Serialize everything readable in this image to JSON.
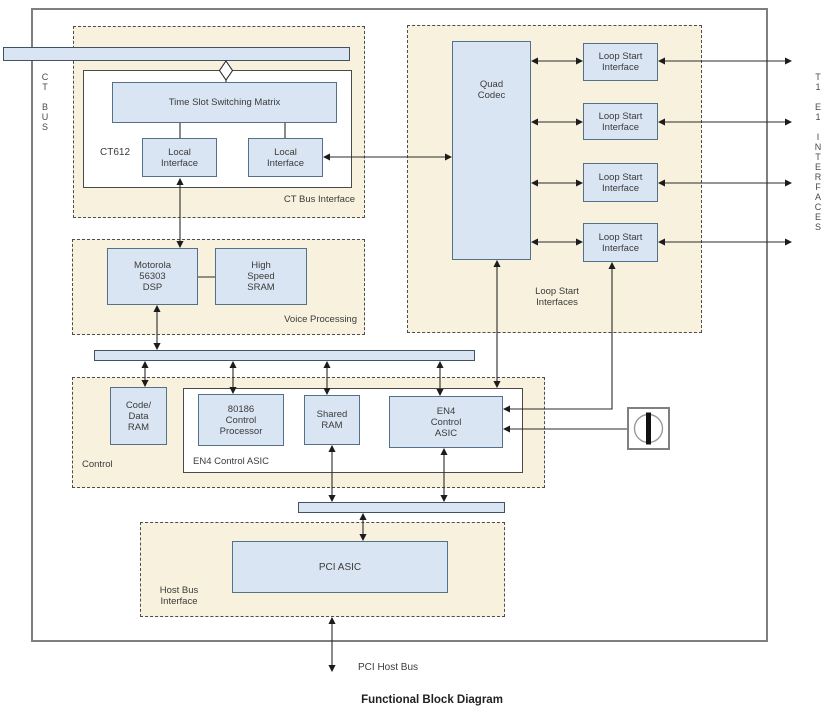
{
  "title": "Functional Block Diagram",
  "colors": {
    "block_fill": "#d9e5f2",
    "block_border": "#54718a",
    "group_fill": "#f7f1dd",
    "group_border": "#4d4d4d",
    "outer_border": "#7f7f7f",
    "wire": "#2b2b2b",
    "text": "#3b3b3b"
  },
  "side_labels": {
    "ct_bus": "C\nT\n\nB\nU\nS",
    "t1_e1_interfaces": "T\n1\n\nE\n1\n\nI\nN\nT\nE\nR\nF\nA\nC\nE\nS"
  },
  "groups": {
    "ct_bus_interface": {
      "label": "CT Bus Interface"
    },
    "ct612": {
      "label": "CT612"
    },
    "voice_processing": {
      "label": "Voice Processing"
    },
    "control": {
      "label": "Control"
    },
    "en4_container": {
      "label": "EN4 Control ASIC"
    },
    "host_bus_interface": {
      "label": "Host Bus\nInterface"
    },
    "loop_start": {
      "label": "Loop Start\nInterfaces"
    }
  },
  "blocks": {
    "tssm": "Time Slot Switching Matrix",
    "local_interface_1": "Local\nInterface",
    "local_interface_2": "Local\nInterface",
    "dsp": "Motorola\n56303\nDSP",
    "sram": "High\nSpeed\nSRAM",
    "code_data_ram": "Code/\nData\nRAM",
    "control_processor": "80186\nControl\nProcessor",
    "shared_ram": "Shared\nRAM",
    "en4_asic": "EN4\nControl\nASIC",
    "quad_codec": "Quad\nCodec",
    "loop_start_1": "Loop Start\nInterface",
    "loop_start_2": "Loop Start\nInterface",
    "loop_start_3": "Loop Start\nInterface",
    "loop_start_4": "Loop Start\nInterface",
    "pci_asic": "PCI ASIC"
  },
  "footer": {
    "pci_host_bus": "PCI Host Bus"
  },
  "icons": {
    "oscillator": "clock-oscillator"
  }
}
